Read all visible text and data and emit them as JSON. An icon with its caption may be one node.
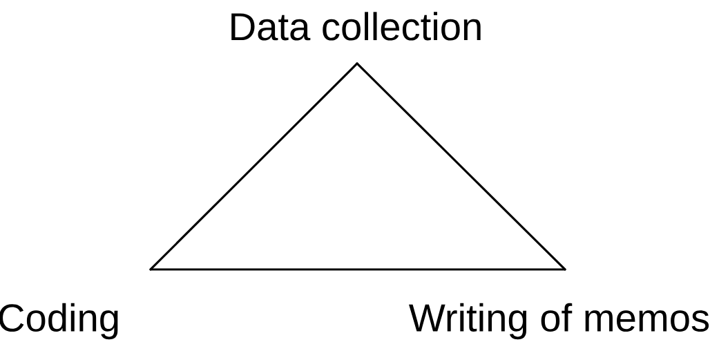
{
  "diagram": {
    "nodes": [
      {
        "text": [
          "Data collection"
        ]
      },
      {
        "text": [
          "Coding"
        ]
      },
      {
        "text": [
          "Writing of memos"
        ]
      }
    ],
    "edges": [
      {
        "from": 0,
        "to": 1,
        "arrow": "none"
      },
      {
        "from": 1,
        "to": 2,
        "arrow": "none"
      },
      {
        "from": 2,
        "to": 0,
        "arrow": "none"
      }
    ]
  }
}
